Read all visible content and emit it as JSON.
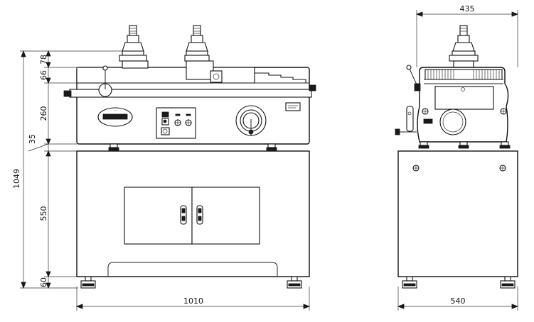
{
  "front_view": {
    "dimensions": {
      "overall_height": "1049",
      "top_78": "78",
      "top_66": "66",
      "upper_260": "260",
      "offset_35": "35",
      "cabinet_550": "550",
      "foot_60": "60",
      "width_1010": "1010"
    }
  },
  "side_view": {
    "dimensions": {
      "top_width_435": "435",
      "base_width_540": "540"
    }
  },
  "colors": {
    "line": "#111111",
    "background": "#ffffff"
  }
}
